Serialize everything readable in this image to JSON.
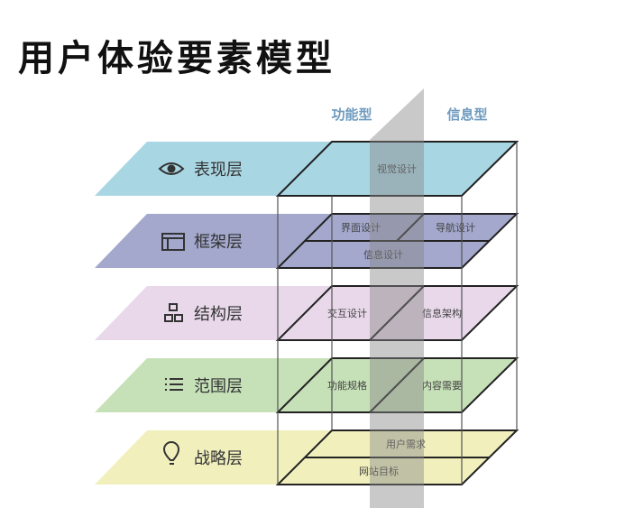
{
  "title": "用户体验要素模型",
  "columns": {
    "left": "功能型",
    "right": "信息型"
  },
  "colors": {
    "surface": "#a9d6e3",
    "skeleton": "#a3a8cc",
    "structure": "#e8d8ea",
    "scope": "#c6e1b8",
    "strategy": "#f1f0bd",
    "column_label": "#6f9bbf"
  },
  "layers": [
    {
      "name": "表现层",
      "icon": "eye-icon",
      "items": [
        "视觉设计"
      ]
    },
    {
      "name": "框架层",
      "icon": "window-icon",
      "items": [
        "界面设计",
        "导航设计",
        "信息设计"
      ]
    },
    {
      "name": "结构层",
      "icon": "hierarchy-icon",
      "items": [
        "交互设计",
        "信息架构"
      ]
    },
    {
      "name": "范围层",
      "icon": "list-icon",
      "items": [
        "功能规格",
        "内容需要"
      ]
    },
    {
      "name": "战略层",
      "icon": "lightbulb-icon",
      "items": [
        "用户需求",
        "网站目标"
      ]
    }
  ]
}
